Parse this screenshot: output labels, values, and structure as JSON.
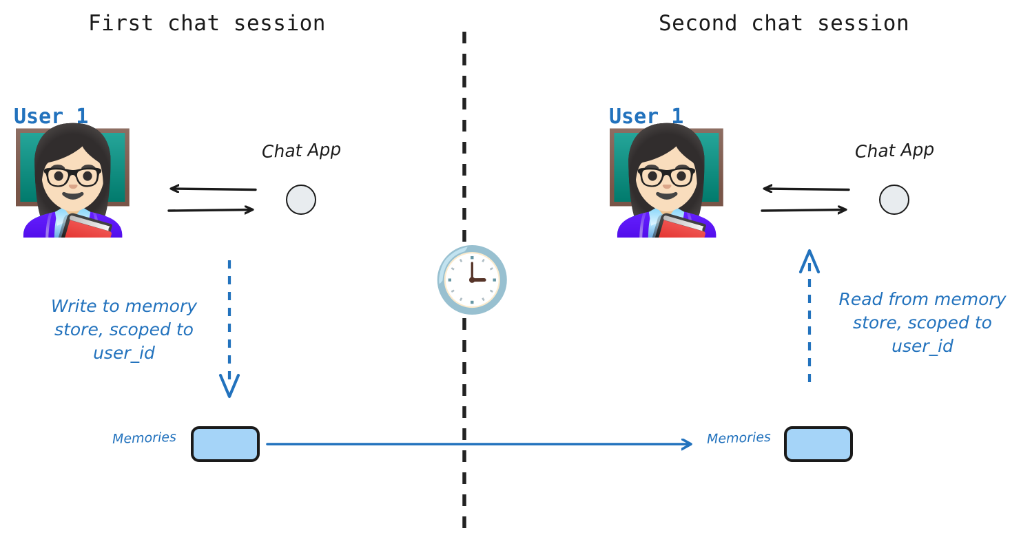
{
  "diagram": {
    "title_left": "First chat session",
    "title_right": "Second chat session",
    "divider": "vertical-dashed-time-divider",
    "clock_icon": "🕒",
    "colors": {
      "accent_blue": "#2272bd",
      "memory_fill": "#a5d4f8",
      "app_circle_fill": "#e8ecef",
      "ink": "#1a1a1a"
    }
  },
  "left_session": {
    "title": "First chat session",
    "user_label": "User 1",
    "avatar_icon": "👩🏻‍🏫",
    "chat_app_label": "Chat App",
    "memories_label": "Memories",
    "annotation": "Write to memory\nstore, scoped to\nuser_id",
    "arrow_direction": "down",
    "exchange_arrows": [
      "left",
      "right"
    ]
  },
  "right_session": {
    "title": "Second chat session",
    "user_label": "User 1",
    "avatar_icon": "👩🏻‍🏫",
    "chat_app_label": "Chat App",
    "memories_label": "Memories",
    "annotation": "Read from memory\nstore, scoped to\nuser_id",
    "arrow_direction": "up",
    "exchange_arrows": [
      "left",
      "right"
    ]
  },
  "connector": {
    "label": "memory-persistence-arrow",
    "direction": "left-to-right"
  }
}
